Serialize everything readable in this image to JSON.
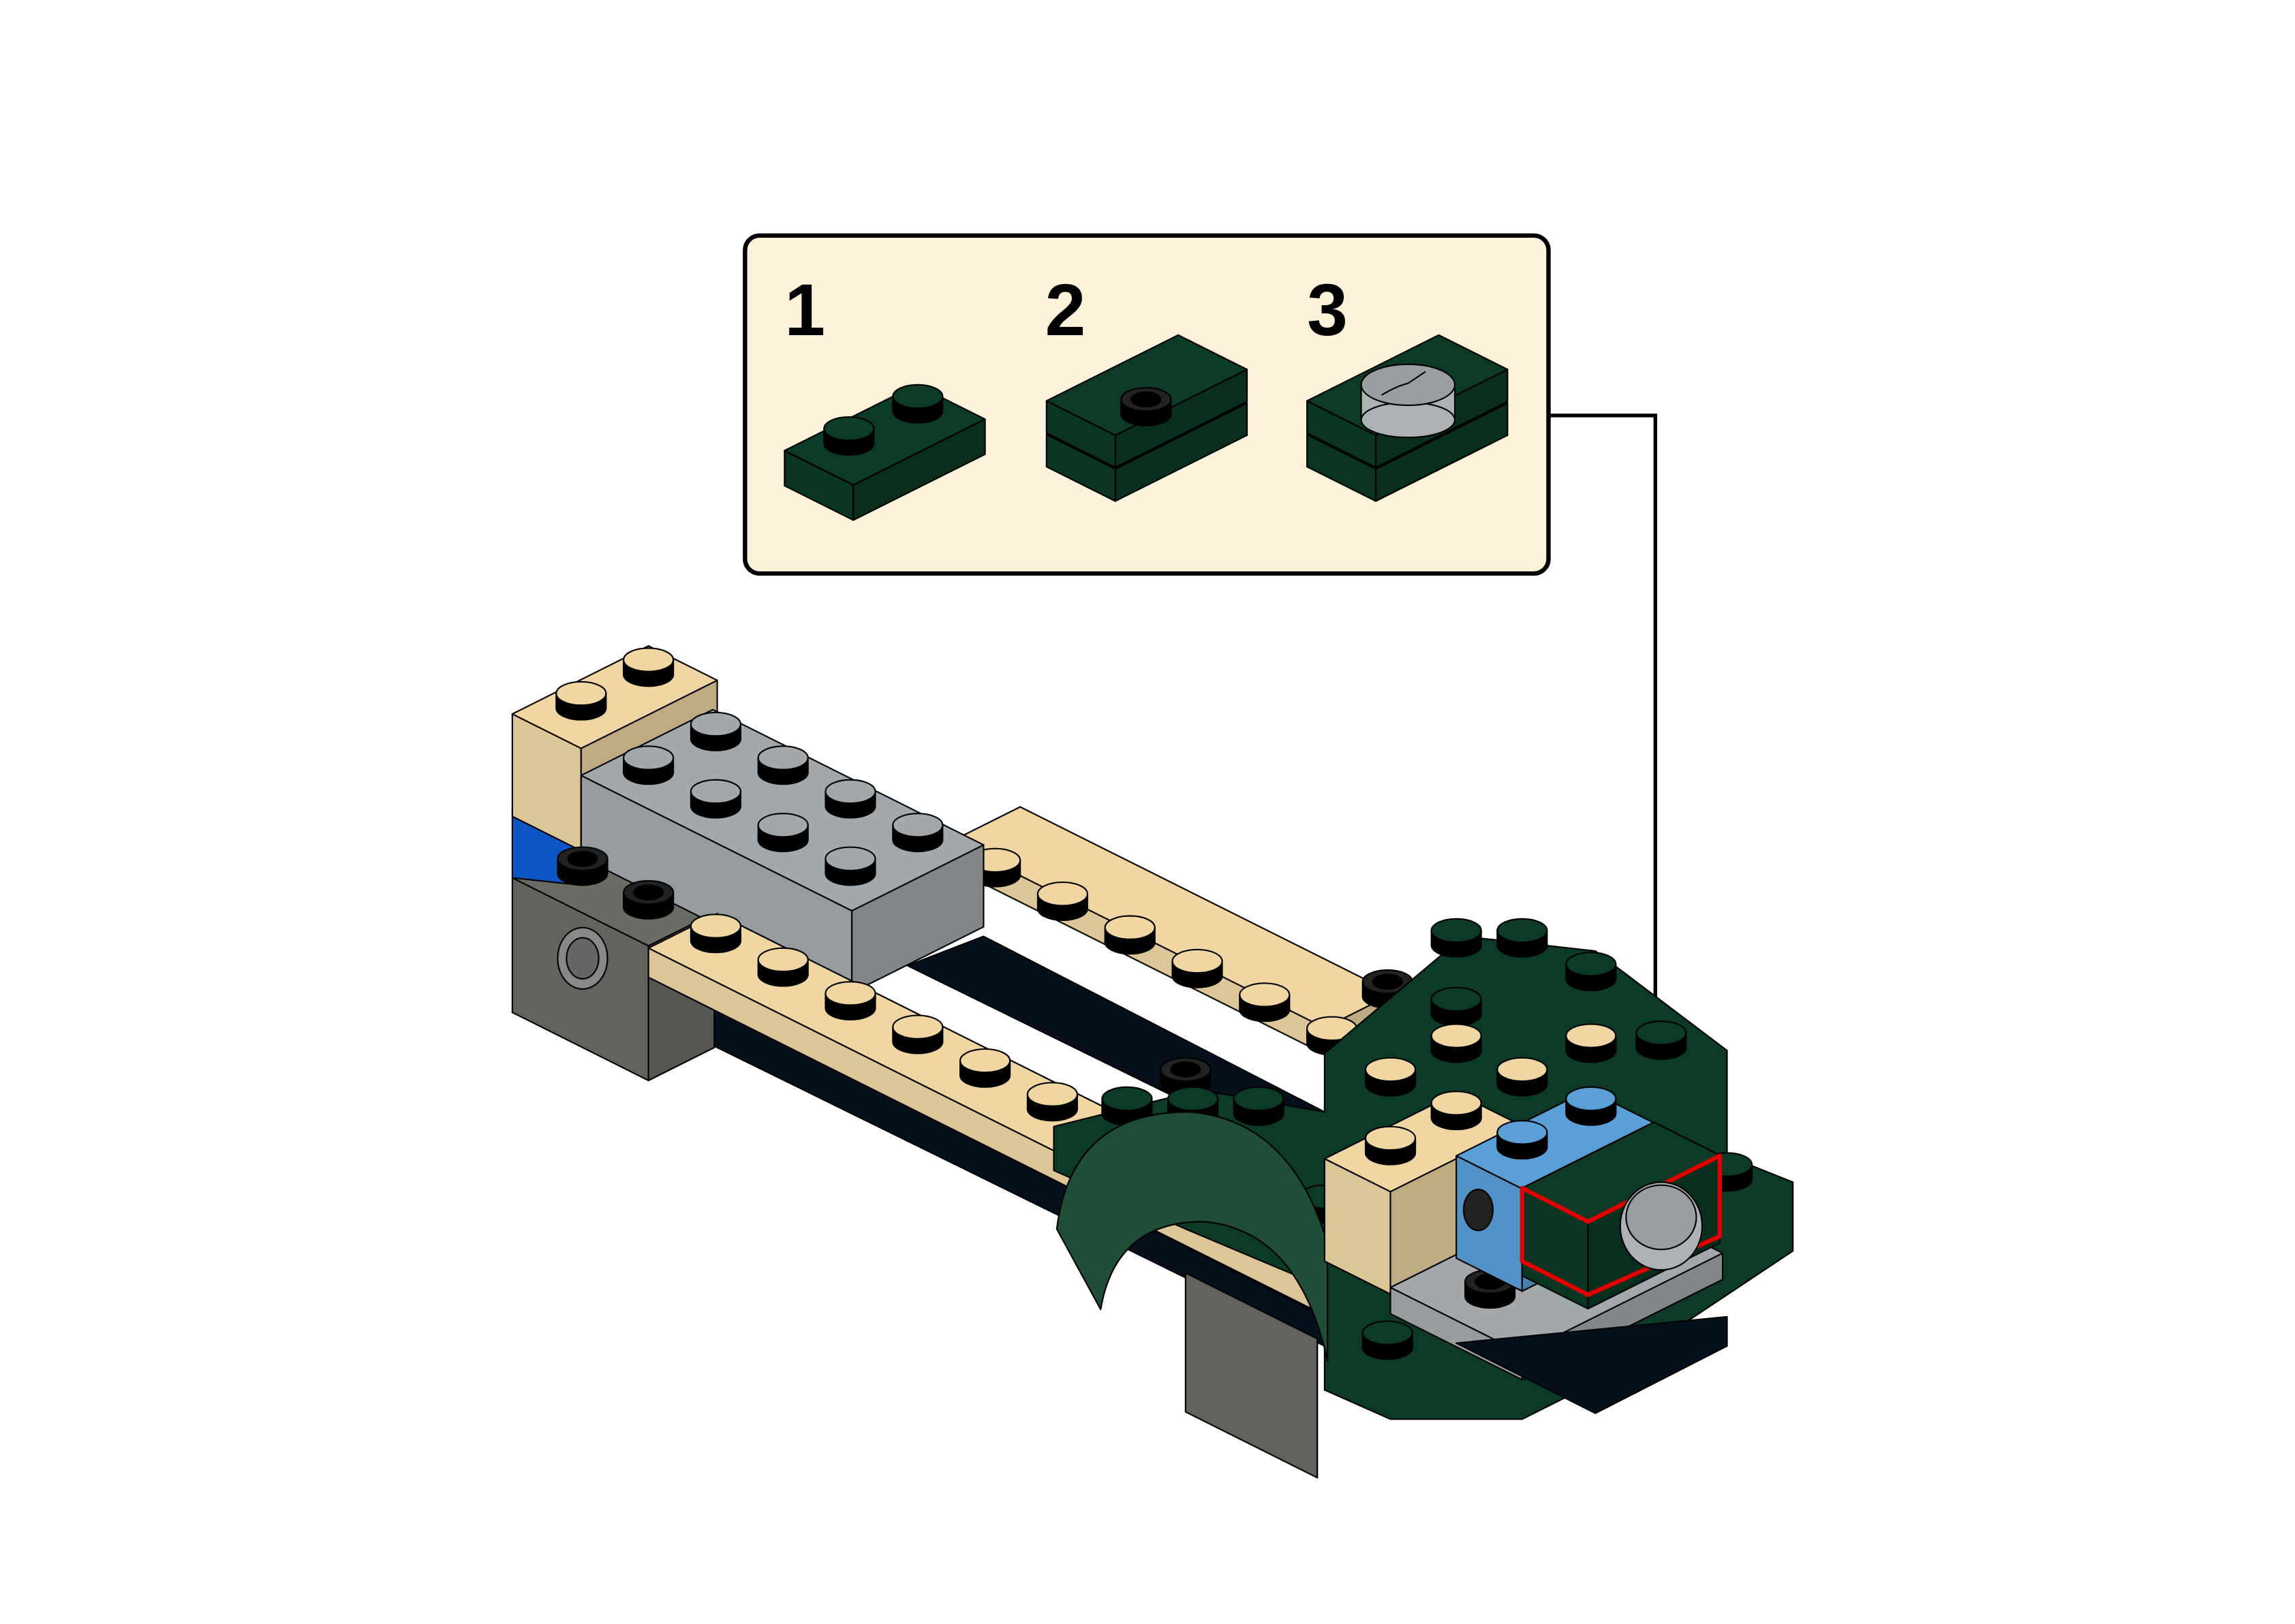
{
  "callout": {
    "steps": [
      {
        "number": "1",
        "description_icon": "green-1x2-plate-with-studs"
      },
      {
        "number": "2",
        "description_icon": "green-stacked-plates-with-hollow-stud"
      },
      {
        "number": "3",
        "description_icon": "green-stacked-plates-with-grey-round-tile"
      }
    ]
  },
  "colors": {
    "callout_bg": "#fef3da",
    "dark_green": "#0b3a26",
    "tan": "#efd6a3",
    "light_grey": "#a3a8ad",
    "dark_grey": "#6b6b66",
    "medium_blue": "#5a9fd8",
    "blue": "#0d55c4",
    "black": "#05101c",
    "highlight": "#e00000",
    "yellow": "#f3c12a"
  }
}
